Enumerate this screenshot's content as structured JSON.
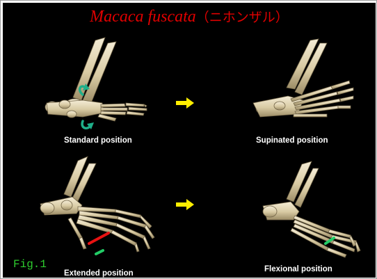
{
  "title": {
    "latin": "Macaca fuscata",
    "japanese": "（ニホンザル）"
  },
  "captions": {
    "standard": "Standard position",
    "supinated": "Supinated position",
    "extended": "Extended position",
    "flexional": "Flexional position"
  },
  "figure_label": "Fig.1",
  "colors": {
    "background": "#000000",
    "title": "#e00000",
    "bone": "#e6dcc0",
    "arrow": "#ffee00",
    "rotation_arrow": "#1fb08a",
    "red_marker": "#e81212",
    "green_marker": "#22cc66",
    "figure_label": "#2ecc2e"
  },
  "icons": {
    "rotation": "curved-rotation-arrow-icon",
    "transition": "right-arrow-icon"
  }
}
